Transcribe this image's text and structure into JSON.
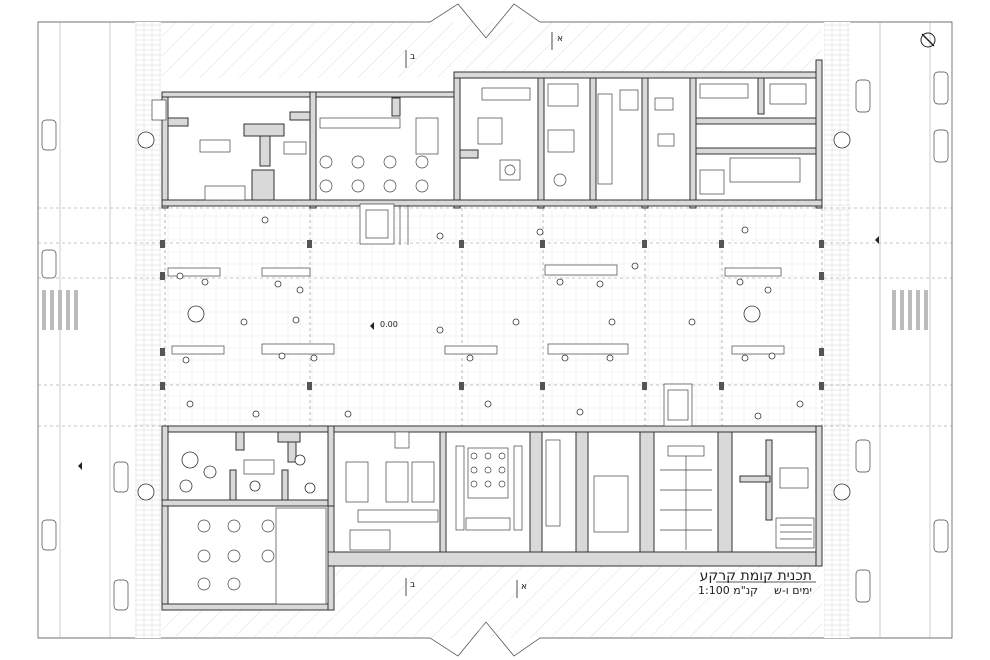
{
  "drawing": {
    "title": "תכנית קומת קרקע",
    "subtitle": "ימים ו-ש",
    "scale": "קנ\"מ 1:100",
    "level_mark": "0.00",
    "section_marks": {
      "a_top": "א",
      "b_top": "ב",
      "a_bottom": "א",
      "b_bottom": "ב"
    }
  }
}
